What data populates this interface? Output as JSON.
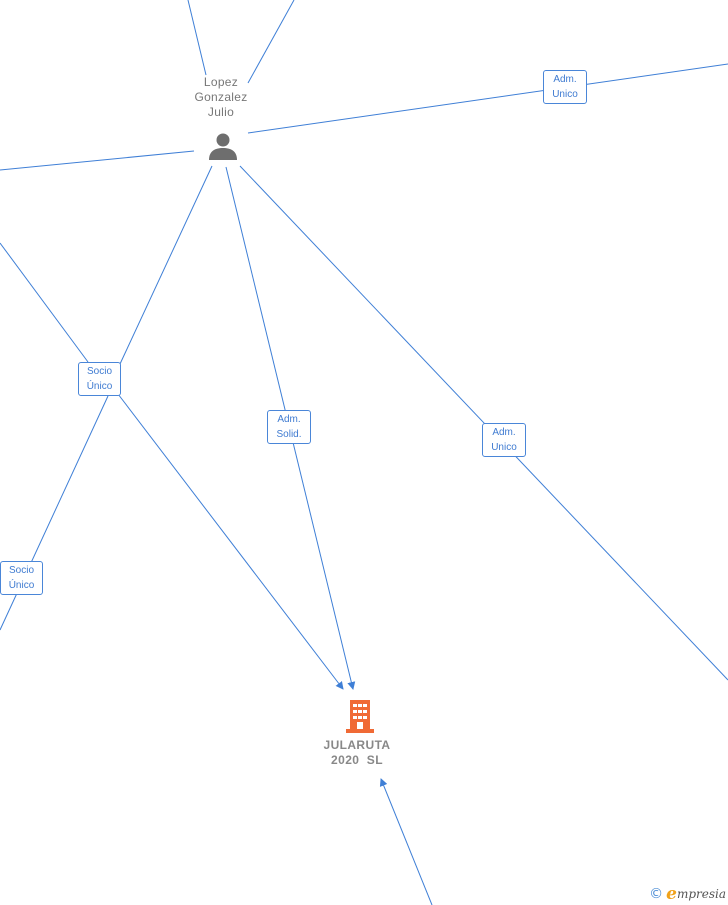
{
  "graph": {
    "nodes": {
      "person": {
        "name_lines": [
          "Lopez",
          "Gonzalez",
          "Julio"
        ],
        "icon": "person-icon",
        "color": "#6e6e6e"
      },
      "company": {
        "name_lines": [
          "JULARUTA",
          "2020  SL"
        ],
        "icon": "building-icon",
        "color": "#f06a35"
      }
    },
    "relationship_labels": [
      [
        "Adm.",
        "Unico"
      ],
      [
        "Socio",
        "Único"
      ],
      [
        "Adm.",
        "Solid."
      ],
      [
        "Adm.",
        "Unico"
      ],
      [
        "Socio",
        "Único"
      ]
    ],
    "edge_color": "#3f7fd6"
  },
  "watermark": {
    "copyright_symbol": "©",
    "brand_initial": "e",
    "brand_rest": "mpresia"
  }
}
